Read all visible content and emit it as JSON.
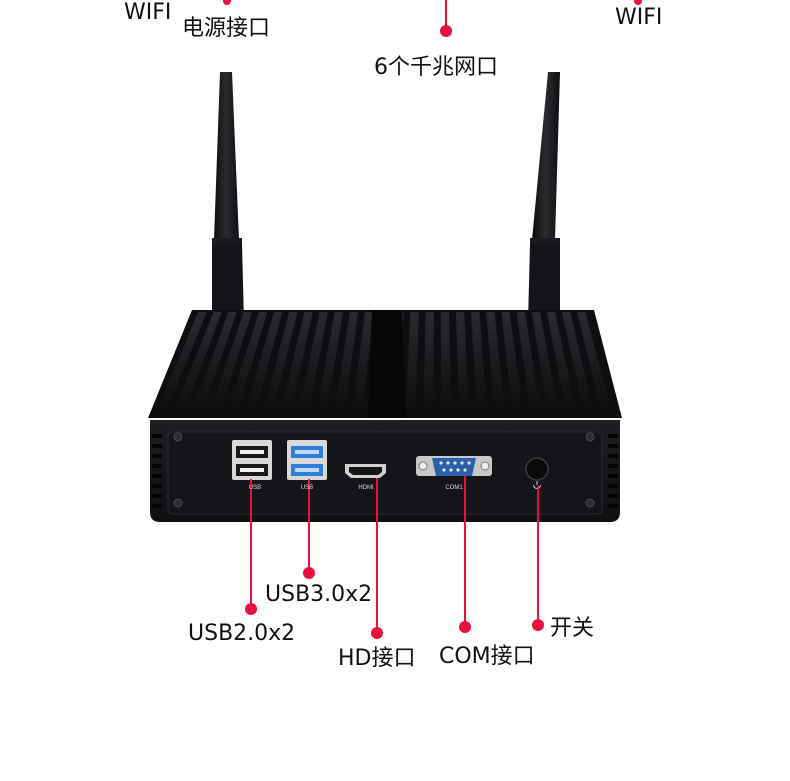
{
  "colors": {
    "accent": "#e8103f",
    "device_body": "#16171a",
    "usb3_blue": "#2f7fd8"
  },
  "top_labels": {
    "wifi_left": "WIFI",
    "power_port": "电源接口",
    "lan_ports": "6个千兆网口",
    "wifi_right": "WIFI"
  },
  "port_labels": {
    "usb": "USB",
    "usb3": "USB",
    "hdmi": "HDMI",
    "com1": "COM1"
  },
  "callouts": {
    "usb30": "USB3.0x2",
    "usb20": "USB2.0x2",
    "hd": "HD接口",
    "com": "COM接口",
    "power_switch": "开关"
  }
}
